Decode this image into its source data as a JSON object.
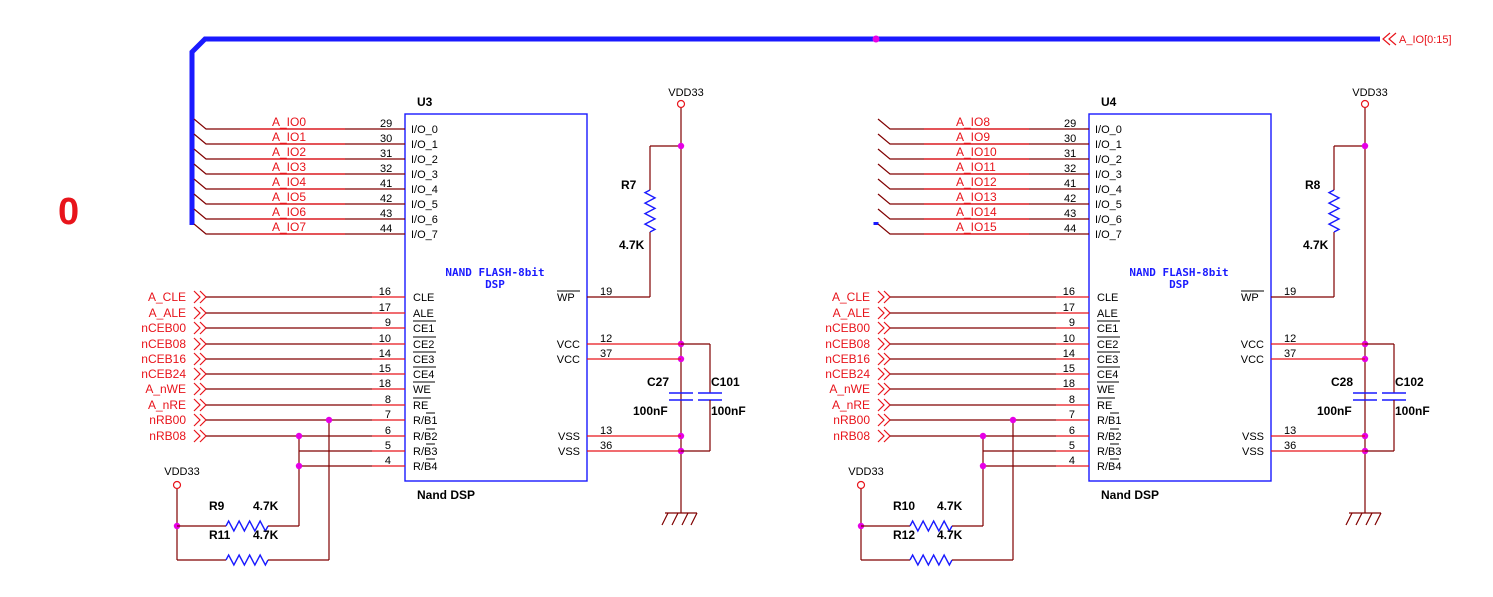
{
  "sheet_number": "0",
  "bus_port_label": "A_IO[0:15]",
  "colors": {
    "bus": "#1a1aff",
    "net_label": "#e8141b",
    "wire": "#800000",
    "junction": "#e600e6",
    "body": "#1a1aff"
  },
  "pin_names": {
    "io": [
      "I/O_0",
      "I/O_1",
      "I/O_2",
      "I/O_3",
      "I/O_4",
      "I/O_5",
      "I/O_6",
      "I/O_7"
    ],
    "io_pins": [
      "29",
      "30",
      "31",
      "32",
      "41",
      "42",
      "43",
      "44"
    ],
    "ctrl": [
      "CLE",
      "ALE",
      "CE1",
      "CE2",
      "CE3",
      "CE4",
      "WE",
      "RE",
      "R/B1",
      "R/B2",
      "R/B3",
      "R/B4"
    ],
    "ctrl_pins": [
      "16",
      "17",
      "9",
      "10",
      "14",
      "15",
      "18",
      "8",
      "7",
      "6",
      "5",
      "4"
    ],
    "wp": "WP",
    "wp_pin": "19",
    "vcc": [
      "VCC",
      "VCC"
    ],
    "vcc_pins": [
      "12",
      "37"
    ],
    "vss": [
      "VSS",
      "VSS"
    ],
    "vss_pins": [
      "13",
      "36"
    ]
  },
  "ctrl_nets": [
    "A_CLE",
    "A_ALE",
    "nCEB00",
    "nCEB08",
    "nCEB16",
    "nCEB24",
    "A_nWE",
    "A_nRE",
    "nRB00",
    "nRB08"
  ],
  "power_label": "VDD33",
  "blocks": [
    {
      "ref": "U3",
      "footer": "Nand DSP",
      "title_line1": "NAND FLASH-8bit",
      "title_line2": "DSP",
      "io_nets": [
        "A_IO0",
        "A_IO1",
        "A_IO2",
        "A_IO3",
        "A_IO4",
        "A_IO5",
        "A_IO6",
        "A_IO7"
      ],
      "pullup_ref": "R7",
      "pullup_val": "4.7K",
      "cap1_ref": "C27",
      "cap1_val": "100nF",
      "cap2_ref": "C101",
      "cap2_val": "100nF",
      "ra_ref": "R9",
      "ra_val": "4.7K",
      "rb_ref": "R11",
      "rb_val": "4.7K"
    },
    {
      "ref": "U4",
      "footer": "Nand DSP",
      "title_line1": "NAND FLASH-8bit",
      "title_line2": "DSP",
      "io_nets": [
        "A_IO8",
        "A_IO9",
        "A_IO10",
        "A_IO11",
        "A_IO12",
        "A_IO13",
        "A_IO14",
        "A_IO15"
      ],
      "pullup_ref": "R8",
      "pullup_val": "4.7K",
      "cap1_ref": "C28",
      "cap1_val": "100nF",
      "cap2_ref": "C102",
      "cap2_val": "100nF",
      "ra_ref": "R10",
      "ra_val": "4.7K",
      "rb_ref": "R12",
      "rb_val": "4.7K"
    }
  ]
}
